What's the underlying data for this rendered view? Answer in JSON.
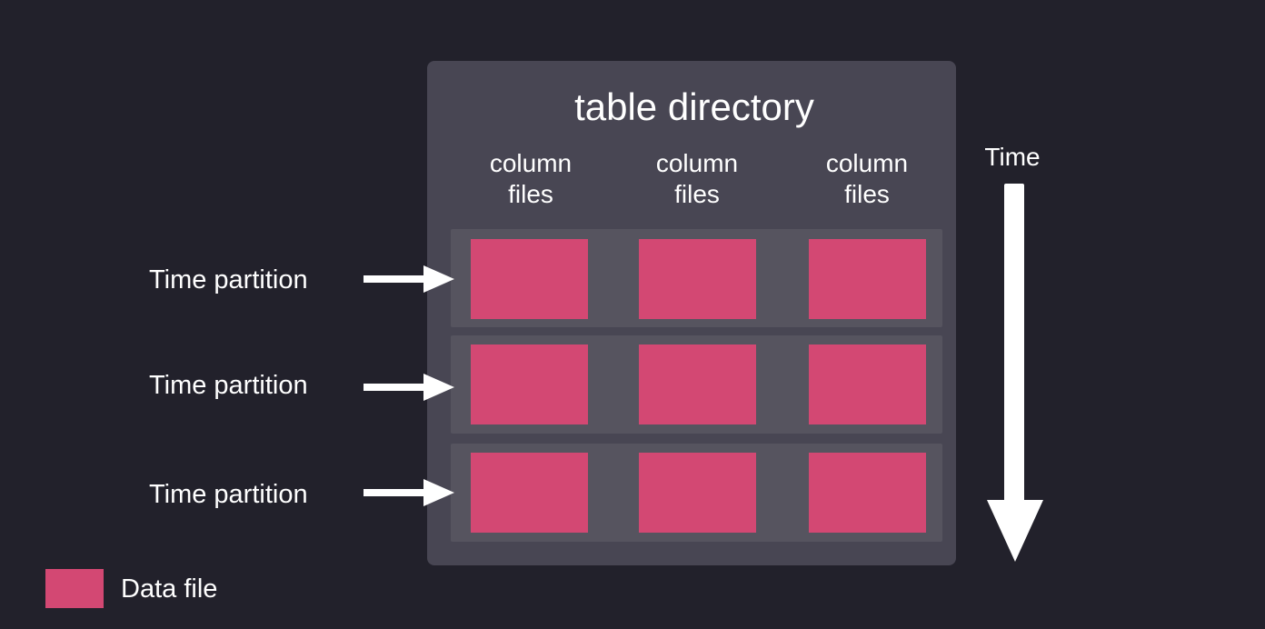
{
  "diagram": {
    "title": "table directory",
    "columns": [
      {
        "label": "column\nfiles"
      },
      {
        "label": "column\nfiles"
      },
      {
        "label": "column\nfiles"
      }
    ],
    "partitions": [
      {
        "label": "Time partition"
      },
      {
        "label": "Time partition"
      },
      {
        "label": "Time partition"
      }
    ],
    "time_axis_label": "Time",
    "legend": {
      "label": "Data file"
    }
  },
  "colors": {
    "background": "#22212b",
    "table_directory": "#484653",
    "partition_row": "#56545f",
    "data_file": "#d34873",
    "text": "#ffffff"
  },
  "icons": {
    "partition_pointer": "right-arrow-icon",
    "time_direction": "down-arrow-icon"
  }
}
